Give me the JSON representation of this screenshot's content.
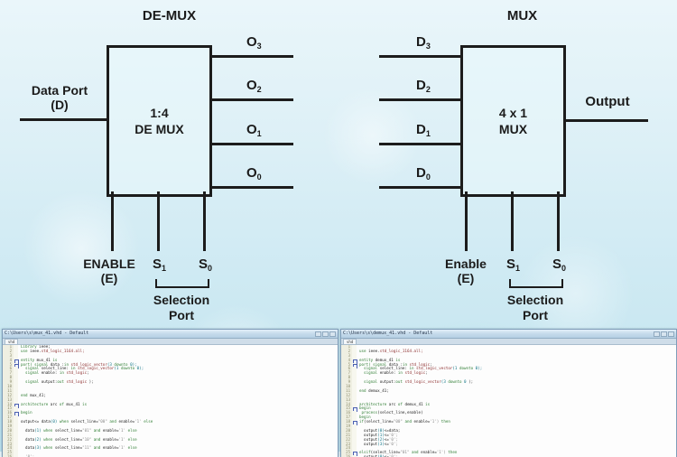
{
  "demux": {
    "title": "DE-MUX",
    "box_line1": "1:4",
    "box_line2": "DE MUX",
    "input_label_line1": "Data Port",
    "input_label_line2": "(D)",
    "outputs": [
      {
        "base": "O",
        "sub": "3"
      },
      {
        "base": "O",
        "sub": "2"
      },
      {
        "base": "O",
        "sub": "1"
      },
      {
        "base": "O",
        "sub": "0"
      }
    ],
    "enable_line1": "ENABLE",
    "enable_line2": "(E)",
    "s1": {
      "base": "S",
      "sub": "1"
    },
    "s0": {
      "base": "S",
      "sub": "0"
    },
    "selection_line1": "Selection",
    "selection_line2": "Port"
  },
  "mux": {
    "title": "MUX",
    "box_line1": "4 x 1",
    "box_line2": "MUX",
    "inputs": [
      {
        "base": "D",
        "sub": "3"
      },
      {
        "base": "D",
        "sub": "2"
      },
      {
        "base": "D",
        "sub": "1"
      },
      {
        "base": "D",
        "sub": "0"
      }
    ],
    "output_label": "Output",
    "enable_line1": "Enable",
    "enable_line2": "(E)",
    "s1": {
      "base": "S",
      "sub": "1"
    },
    "s0": {
      "base": "S",
      "sub": "0"
    },
    "selection_line1": "Selection",
    "selection_line2": "Port"
  },
  "colors": {
    "line": "#1c1c1c",
    "keyword": "#2e7d32",
    "type": "#8d2f2f",
    "string": "#8a8a8a",
    "number": "#0b7285"
  },
  "code_windows": [
    {
      "title": "C:\\Users\\s\\mux_41.vhd - Default",
      "tab": "vhd",
      "lines": [
        {
          "n": 1,
          "toks": [
            [
              "Library ",
              "kw"
            ],
            [
              "ieee;",
              "id"
            ]
          ]
        },
        {
          "n": 2,
          "toks": [
            [
              "use ",
              "kw"
            ],
            [
              "ieee.",
              "id"
            ],
            [
              "std_logic_1164.all;",
              "ty"
            ]
          ]
        },
        {
          "n": 3,
          "toks": []
        },
        {
          "n": 4,
          "f": true,
          "toks": [
            [
              "entity ",
              "kw"
            ],
            [
              "mux_41 ",
              "id"
            ],
            [
              "is",
              "kw"
            ]
          ]
        },
        {
          "n": 5,
          "f": true,
          "toks": [
            [
              "port( signal ",
              "kw"
            ],
            [
              "data :",
              "id"
            ],
            [
              "in ",
              "kw"
            ],
            [
              "std_logic_vector",
              "ty"
            ],
            [
              "(3 ",
              "nm"
            ],
            [
              "downto",
              "kw"
            ],
            [
              " 0);",
              "nm"
            ]
          ]
        },
        {
          "n": 6,
          "toks": [
            [
              "  signal ",
              "kw"
            ],
            [
              "select_line: ",
              "id"
            ],
            [
              "in ",
              "kw"
            ],
            [
              "std_logic_vector",
              "ty"
            ],
            [
              "(1 ",
              "nm"
            ],
            [
              "downto",
              "kw"
            ],
            [
              " 0);",
              "nm"
            ]
          ]
        },
        {
          "n": 7,
          "toks": [
            [
              "  signal ",
              "kw"
            ],
            [
              "enable: ",
              "id"
            ],
            [
              "in ",
              "kw"
            ],
            [
              "std_logic",
              "ty"
            ],
            [
              ";",
              "op"
            ]
          ]
        },
        {
          "n": 8,
          "toks": []
        },
        {
          "n": 9,
          "toks": [
            [
              "  signal ",
              "kw"
            ],
            [
              "output:",
              "id"
            ],
            [
              "out ",
              "kw"
            ],
            [
              "std_logic ",
              "ty"
            ],
            [
              ");",
              "op"
            ]
          ]
        },
        {
          "n": 10,
          "toks": []
        },
        {
          "n": 11,
          "toks": []
        },
        {
          "n": 12,
          "toks": [
            [
              "end ",
              "kw"
            ],
            [
              "mux_41;",
              "id"
            ]
          ]
        },
        {
          "n": 13,
          "toks": []
        },
        {
          "n": 14,
          "f": true,
          "toks": [
            [
              "architecture ",
              "kw"
            ],
            [
              "arc ",
              "id"
            ],
            [
              "of ",
              "kw"
            ],
            [
              "mux_41 ",
              "id"
            ],
            [
              "is",
              "kw"
            ]
          ]
        },
        {
          "n": 15,
          "toks": []
        },
        {
          "n": 16,
          "f": true,
          "toks": [
            [
              "begin",
              "kw"
            ]
          ]
        },
        {
          "n": 17,
          "toks": []
        },
        {
          "n": 18,
          "toks": [
            [
              "output<= ",
              "id"
            ],
            [
              "data",
              "id"
            ],
            [
              "(0) ",
              "nm"
            ],
            [
              "when ",
              "kw"
            ],
            [
              "select_line=",
              "id"
            ],
            [
              "\"00\" ",
              "st"
            ],
            [
              "and ",
              "kw"
            ],
            [
              "enable=",
              "id"
            ],
            [
              "'1' ",
              "st"
            ],
            [
              "else",
              "kw"
            ]
          ]
        },
        {
          "n": 19,
          "toks": []
        },
        {
          "n": 20,
          "toks": [
            [
              "  data",
              "id"
            ],
            [
              "(1) ",
              "nm"
            ],
            [
              "when ",
              "kw"
            ],
            [
              "select_line=",
              "id"
            ],
            [
              "\"01\" ",
              "st"
            ],
            [
              "and ",
              "kw"
            ],
            [
              "enable=",
              "id"
            ],
            [
              "'1' ",
              "st"
            ],
            [
              "else",
              "kw"
            ]
          ]
        },
        {
          "n": 21,
          "toks": []
        },
        {
          "n": 22,
          "toks": [
            [
              "  data",
              "id"
            ],
            [
              "(2) ",
              "nm"
            ],
            [
              "when ",
              "kw"
            ],
            [
              "select_line=",
              "id"
            ],
            [
              "\"10\" ",
              "st"
            ],
            [
              "and ",
              "kw"
            ],
            [
              "enable=",
              "id"
            ],
            [
              "'1' ",
              "st"
            ],
            [
              "else",
              "kw"
            ]
          ]
        },
        {
          "n": 23,
          "toks": []
        },
        {
          "n": 24,
          "toks": [
            [
              "  data",
              "id"
            ],
            [
              "(3) ",
              "nm"
            ],
            [
              "when ",
              "kw"
            ],
            [
              "select_line=",
              "id"
            ],
            [
              "\"11\" ",
              "st"
            ],
            [
              "and ",
              "kw"
            ],
            [
              "enable=",
              "id"
            ],
            [
              "'1' ",
              "st"
            ],
            [
              "else",
              "kw"
            ]
          ]
        },
        {
          "n": 25,
          "toks": []
        },
        {
          "n": 26,
          "toks": [
            [
              "  '0';",
              "st"
            ]
          ]
        }
      ]
    },
    {
      "title": "C:\\Users\\s\\demux_41.vhd - Default",
      "tab": "vhd",
      "lines": [
        {
          "n": 1,
          "toks": []
        },
        {
          "n": 2,
          "toks": [
            [
              "use ",
              "kw"
            ],
            [
              "ieee.",
              "id"
            ],
            [
              "std_logic_1164.all;",
              "ty"
            ]
          ]
        },
        {
          "n": 3,
          "toks": []
        },
        {
          "n": 4,
          "f": true,
          "toks": [
            [
              "entity ",
              "kw"
            ],
            [
              "demux_41 ",
              "id"
            ],
            [
              "is",
              "kw"
            ]
          ]
        },
        {
          "n": 5,
          "f": true,
          "toks": [
            [
              "port( signal ",
              "kw"
            ],
            [
              "data :",
              "id"
            ],
            [
              "in ",
              "kw"
            ],
            [
              "std_logic",
              "ty"
            ],
            [
              ";",
              "op"
            ]
          ]
        },
        {
          "n": 6,
          "toks": [
            [
              "  signal ",
              "kw"
            ],
            [
              "select_line: ",
              "id"
            ],
            [
              "in ",
              "kw"
            ],
            [
              "std_logic_vector",
              "ty"
            ],
            [
              "(1 ",
              "nm"
            ],
            [
              "downto",
              "kw"
            ],
            [
              " 0);",
              "nm"
            ]
          ]
        },
        {
          "n": 7,
          "toks": [
            [
              "  signal ",
              "kw"
            ],
            [
              "enable: ",
              "id"
            ],
            [
              "in ",
              "kw"
            ],
            [
              "std_logic",
              "ty"
            ],
            [
              ";",
              "op"
            ]
          ]
        },
        {
          "n": 8,
          "toks": []
        },
        {
          "n": 9,
          "toks": [
            [
              "  signal ",
              "kw"
            ],
            [
              "output:",
              "id"
            ],
            [
              "out ",
              "kw"
            ],
            [
              "std_logic_vector",
              "ty"
            ],
            [
              "(3 ",
              "nm"
            ],
            [
              "downto",
              "kw"
            ],
            [
              " 0 ",
              "nm"
            ],
            [
              ");",
              "op"
            ]
          ]
        },
        {
          "n": 10,
          "toks": []
        },
        {
          "n": 11,
          "toks": [
            [
              "end ",
              "kw"
            ],
            [
              "demux_41;",
              "id"
            ]
          ]
        },
        {
          "n": 12,
          "toks": []
        },
        {
          "n": 13,
          "toks": []
        },
        {
          "n": 14,
          "toks": [
            [
              "architecture ",
              "kw"
            ],
            [
              "arc ",
              "id"
            ],
            [
              "of ",
              "kw"
            ],
            [
              "demux_41 ",
              "id"
            ],
            [
              "is",
              "kw"
            ]
          ]
        },
        {
          "n": 15,
          "f": true,
          "toks": [
            [
              "begin",
              "kw"
            ]
          ]
        },
        {
          "n": 16,
          "toks": [
            [
              " process",
              "kw"
            ],
            [
              "(select_line,enable)",
              "id"
            ]
          ]
        },
        {
          "n": 17,
          "toks": [
            [
              "begin",
              "kw"
            ]
          ]
        },
        {
          "n": 18,
          "f": true,
          "toks": [
            [
              "if",
              "kw"
            ],
            [
              "(select_line=",
              "id"
            ],
            [
              "\"00\" ",
              "st"
            ],
            [
              "and ",
              "kw"
            ],
            [
              "enable=",
              "id"
            ],
            [
              "'1') ",
              "st"
            ],
            [
              "then",
              "kw"
            ]
          ]
        },
        {
          "n": 19,
          "toks": []
        },
        {
          "n": 20,
          "toks": [
            [
              "  output",
              "id"
            ],
            [
              "(0)",
              "nm"
            ],
            [
              "<=data;",
              "id"
            ]
          ]
        },
        {
          "n": 21,
          "toks": [
            [
              "  output",
              "id"
            ],
            [
              "(1)",
              "nm"
            ],
            [
              "<=",
              "id"
            ],
            [
              "'0';",
              "st"
            ]
          ]
        },
        {
          "n": 22,
          "toks": [
            [
              "  output",
              "id"
            ],
            [
              "(2)",
              "nm"
            ],
            [
              "<=",
              "id"
            ],
            [
              "'0';",
              "st"
            ]
          ]
        },
        {
          "n": 23,
          "toks": [
            [
              "  output",
              "id"
            ],
            [
              "(3)",
              "nm"
            ],
            [
              "<=",
              "id"
            ],
            [
              "'0';",
              "st"
            ]
          ]
        },
        {
          "n": 24,
          "toks": []
        },
        {
          "n": 25,
          "f": true,
          "toks": [
            [
              "elsif",
              "kw"
            ],
            [
              "(select_line=",
              "id"
            ],
            [
              "\"01\" ",
              "st"
            ],
            [
              "and ",
              "kw"
            ],
            [
              "enable=",
              "id"
            ],
            [
              "'1') ",
              "st"
            ],
            [
              "then",
              "kw"
            ]
          ]
        },
        {
          "n": 26,
          "toks": [
            [
              "  output",
              "id"
            ],
            [
              "(0)",
              "nm"
            ],
            [
              "<=",
              "id"
            ],
            [
              "'0';",
              "st"
            ]
          ]
        }
      ]
    }
  ]
}
